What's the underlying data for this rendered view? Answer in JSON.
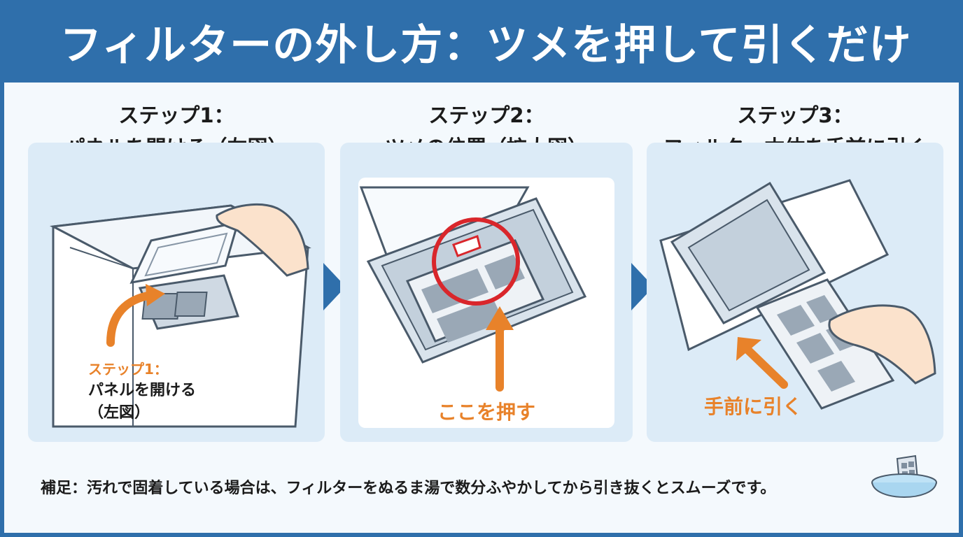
{
  "header": {
    "title": "フィルターの外し方：ツメを押して引くだけ"
  },
  "steps": [
    {
      "title_line1": "ステップ1：",
      "title_line2": "パネルを開ける（左図）",
      "callout_heading": "ステップ1：",
      "callout_line1": "パネルを開ける",
      "callout_line2": "（左図）"
    },
    {
      "title_line1": "ステップ2：",
      "title_line2": "ツメの位置（拡大図）",
      "callout": "ここを押す"
    },
    {
      "title_line1": "ステップ3：",
      "title_line2": "フィルター本体を手前に引く",
      "callout": "手前に引く"
    }
  ],
  "note": {
    "text": "補足：汚れで固着している場合は、フィルターをぬるま湯で数分ふやかしてから引き抜くとスムーズです。"
  },
  "colors": {
    "banner": "#2f6fab",
    "panel": "#dcebf7",
    "accent_orange": "#e8822a",
    "highlight_red": "#d9262b",
    "line": "#4a5a6a"
  }
}
